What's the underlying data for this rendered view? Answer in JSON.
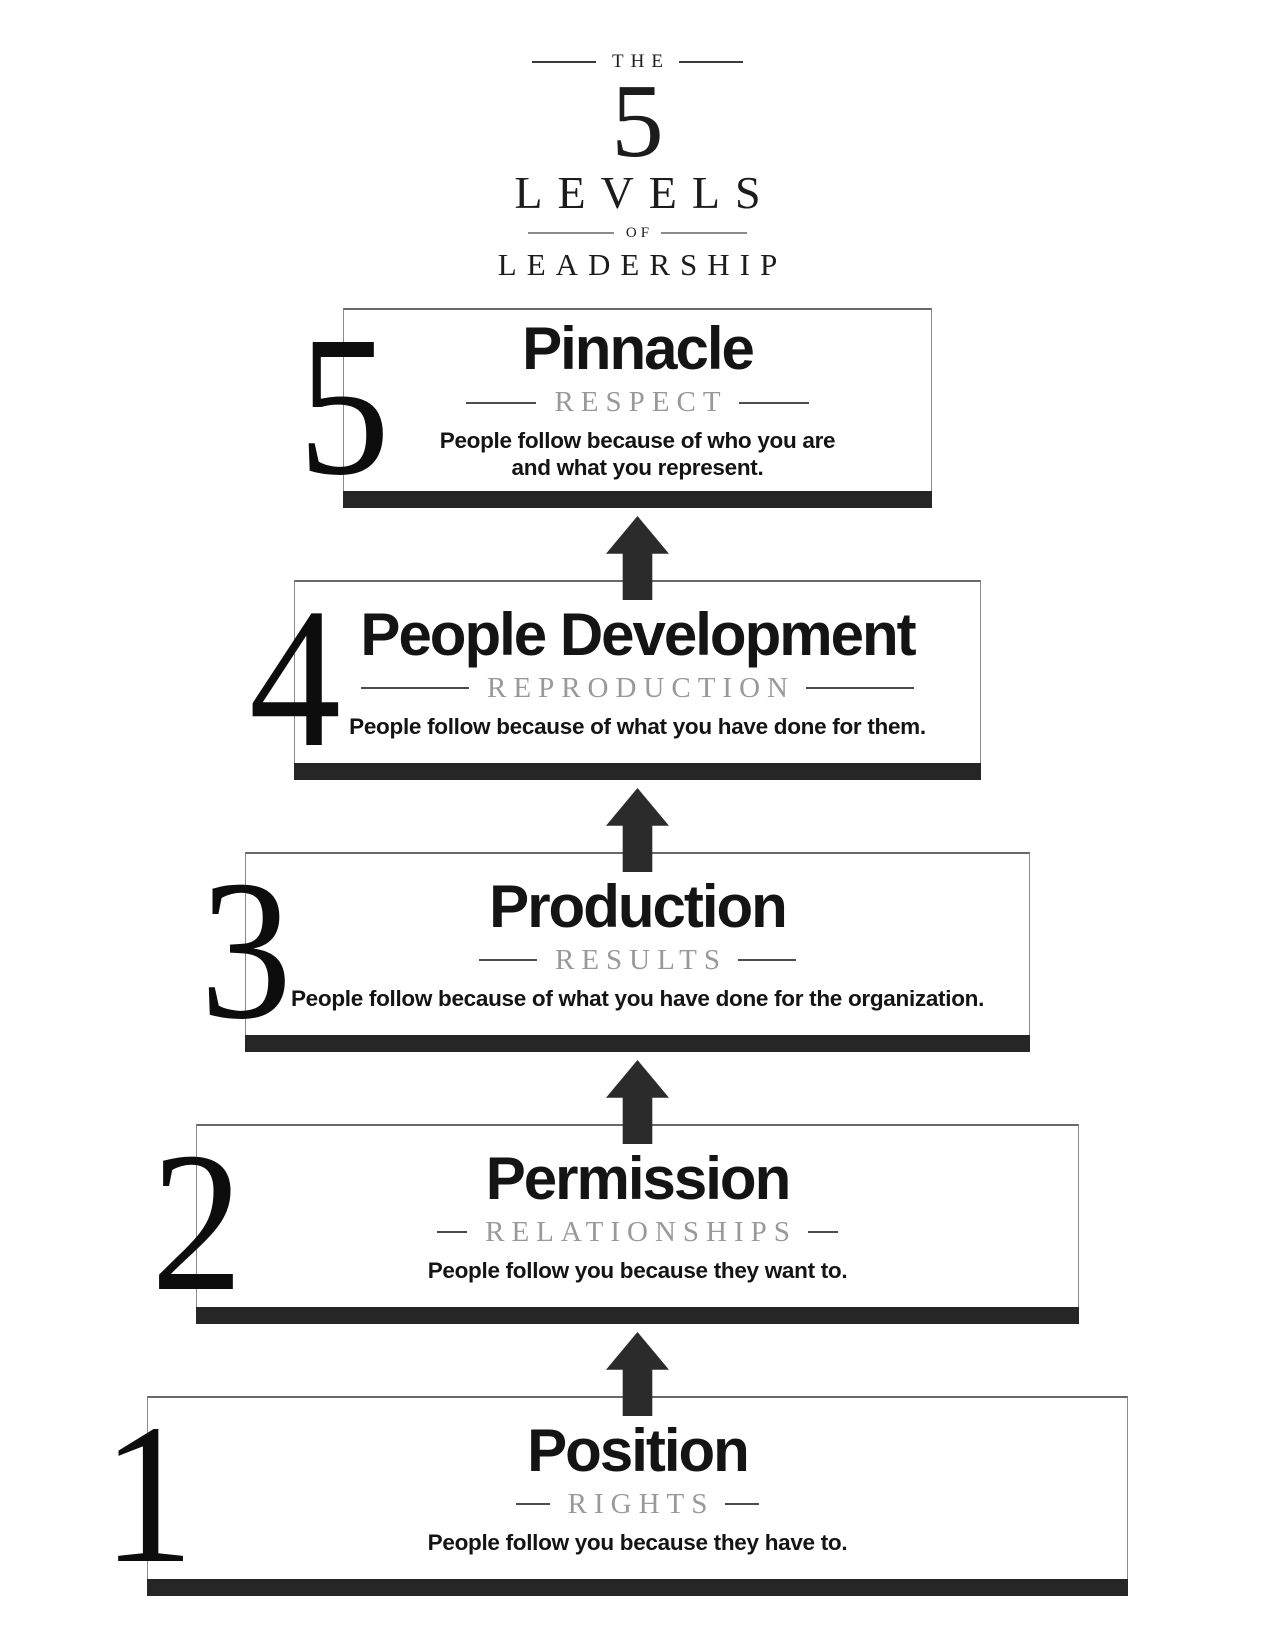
{
  "logo": {
    "the": "THE",
    "number": "5",
    "levels": "LEVELS",
    "of": "OF",
    "leadership": "LEADERSHIP"
  },
  "levels": [
    {
      "number": "5",
      "title": "Pinnacle",
      "subtitle": "RESPECT",
      "caption1": "People follow because of who you are",
      "caption2": "and what you represent."
    },
    {
      "number": "4",
      "title": "People Development",
      "subtitle": "REPRODUCTION",
      "caption1": "People follow because of what you have done for them.",
      "caption2": ""
    },
    {
      "number": "3",
      "title": "Production",
      "subtitle": "RESULTS",
      "caption1": "People follow because of what you have done for the organization.",
      "caption2": ""
    },
    {
      "number": "2",
      "title": "Permission",
      "subtitle": "RELATIONSHIPS",
      "caption1": "People follow you because they want to.",
      "caption2": ""
    },
    {
      "number": "1",
      "title": "Position",
      "subtitle": "RIGHTS",
      "caption1": "People follow you because they have to.",
      "caption2": ""
    }
  ],
  "colors": {
    "background": "#ffffff",
    "text": "#141414",
    "base_bar": "#262626",
    "arrow": "#2b2b2b",
    "box_border": "#8a8a8a",
    "subtitle_text": "#999999",
    "subtitle_line": "#4d4d4d"
  }
}
